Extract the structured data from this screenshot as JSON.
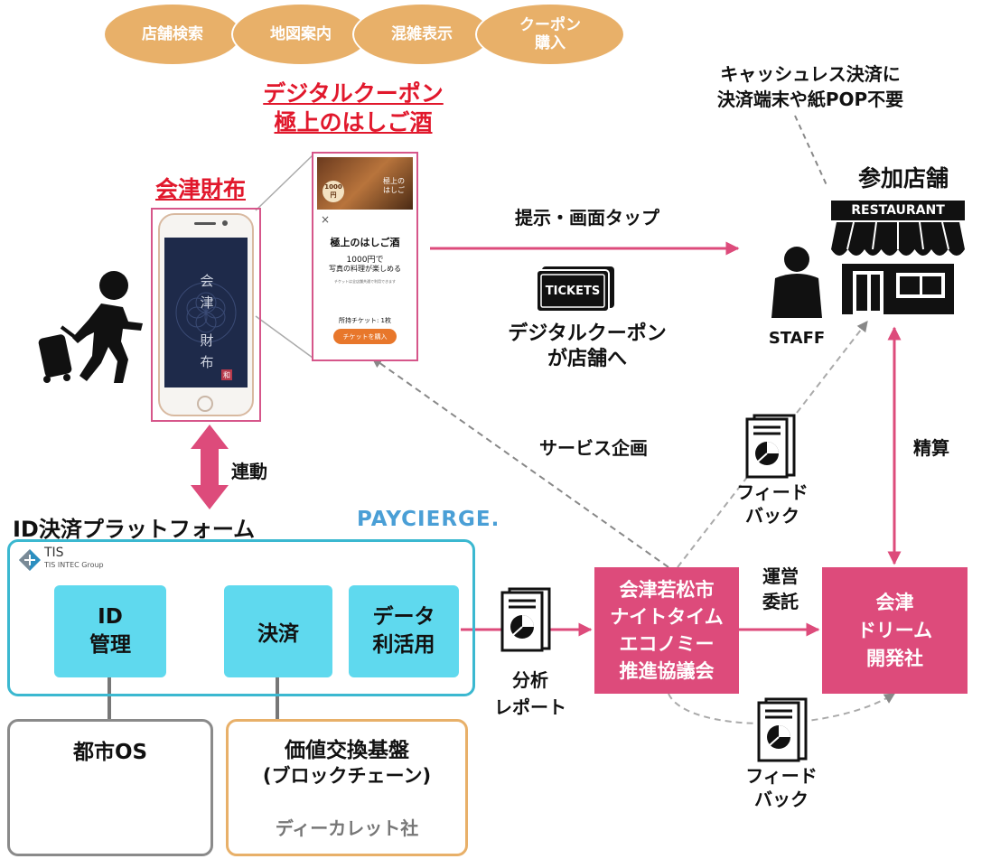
{
  "services": [
    "店舗検索",
    "地図案内",
    "混雑表示",
    "クーポン\n購入"
  ],
  "coupon_title": [
    "デジタルクーポン",
    "極上のはしご酒"
  ],
  "wallet_title": "会津財布",
  "phone_screen": {
    "v1": "会",
    "v2": "津",
    "v3": "財",
    "v4": "布",
    "stamp": "和"
  },
  "coupon_card": {
    "close": "×",
    "heading": "極上のはしご酒",
    "line1": "1000円で",
    "line2": "写真の料理が楽しめる",
    "note": "チケットは全店舗共通で利用できます",
    "held": "所持チケット: 1枚",
    "button": "チケットを購入",
    "banner_badge": "1000円",
    "banner_text": "極上の\nはしご"
  },
  "cashless_note": "キャッシュレス決済に\n決済端末や紙POP不要",
  "store_title": "参加店舗",
  "restaurant_sign": "RESTAURANT",
  "staff_label": "STAFF",
  "present_tap": "提示・画面タップ",
  "tickets_label": "TICKETS",
  "coupon_to_store": "デジタルクーポン\nが店舗へ",
  "service_plan": "サービス企画",
  "settlement": "精算",
  "link": "連動",
  "platform": {
    "title": "ID決済プラットフォーム",
    "brand": "PAYCIERGE.",
    "tis": "TIS",
    "tis_group": "TIS INTEC Group",
    "boxes": [
      "ID\n管理",
      "決済",
      "データ\n利活用"
    ]
  },
  "feedback_top": "フィード\nバック",
  "feedback_bottom": "フィード\nバック",
  "analysis_report": "分析\nレポート",
  "operation": "運営\n委託",
  "council": "会津若松市\nナイトタイム\nエコノミー\n推進協議会",
  "dream": "会津\nドリーム\n開発社",
  "city_os": "都市OS",
  "value_exchange": {
    "title": "価値交換基盤",
    "sub": "(ブロックチェーン)",
    "company": "ディーカレット社"
  },
  "colors": {
    "pink": "#dd4b7b",
    "cyan": "#5fd9ee",
    "orange": "#e8b069",
    "red": "#e1182c",
    "navy": "#1e2a4a"
  }
}
